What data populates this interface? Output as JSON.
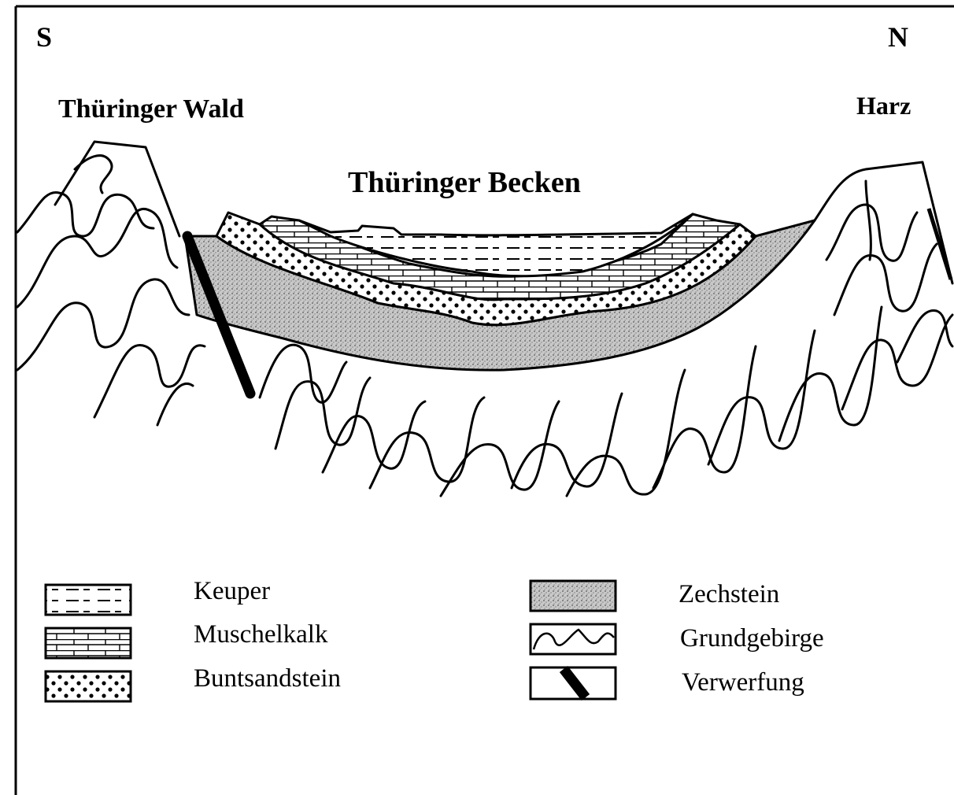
{
  "directions": {
    "south": "S",
    "north": "N"
  },
  "regions": {
    "left_mountain": "Thüringer Wald",
    "right_mountain": "Harz",
    "basin": "Thüringer Becken"
  },
  "legend": [
    {
      "key": "keuper",
      "label": "Keuper"
    },
    {
      "key": "muschelkalk",
      "label": "Muschelkalk"
    },
    {
      "key": "buntsandstein",
      "label": "Buntsandstein"
    },
    {
      "key": "zechstein",
      "label": "Zechstein"
    },
    {
      "key": "grundgebirge",
      "label": "Grundgebirge"
    },
    {
      "key": "verwerfung",
      "label": "Verwerfung"
    }
  ],
  "colors": {
    "ink": "#000000",
    "paper": "#ffffff",
    "stipple": "#c8c8c8"
  }
}
